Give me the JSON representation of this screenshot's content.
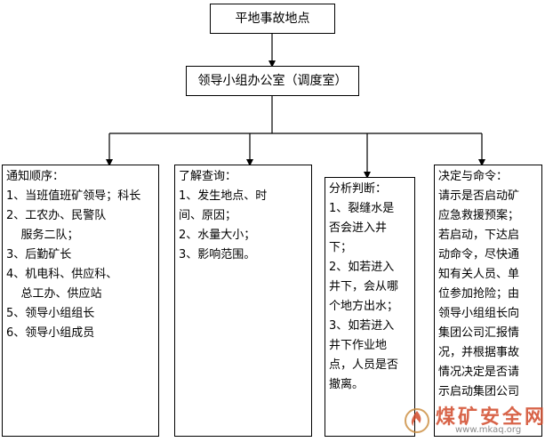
{
  "top_box": {
    "label": "平地事故地点"
  },
  "office_box": {
    "label": "领导小组办公室（调度室）"
  },
  "columns": [
    {
      "title": "通知顺序：",
      "lines": [
        "1、当班值班矿领导；科长",
        "2、工农办、民警队",
        "    服务二队；",
        "3、后勤矿长",
        "4、机电科、供应科、",
        "    总工办、供应站",
        "5、领导小组组长",
        "6、领导小组成员"
      ]
    },
    {
      "title": "了解查询：",
      "lines": [
        "1、发生地点、时",
        "间、原因；",
        "2、水量大小；",
        "3、影响范围。"
      ]
    },
    {
      "title": "分析判断：",
      "lines": [
        "1、裂缝水是",
        "否会进入井",
        "下；",
        "2、如若进入",
        "井下，会从哪",
        "个地方出水；",
        "3、如若进入",
        "井下作业地",
        "点，人员是否",
        "撤离。"
      ]
    },
    {
      "title": "决定与命令：",
      "lines": [
        "请示是否启动矿",
        "应急救援预案；",
        "若启动，下达启",
        "动命令，尽快通",
        "知有关人员、单",
        "位参加抢险；由",
        "领导小组组长向",
        "集团公司汇报情",
        "况，并根据事故",
        "情况决定是否请",
        "示启动集团公司"
      ]
    }
  ],
  "watermark": {
    "text": "煤矿安全网",
    "url": "www.mkaq.org",
    "logo": "flame-logo-icon"
  }
}
